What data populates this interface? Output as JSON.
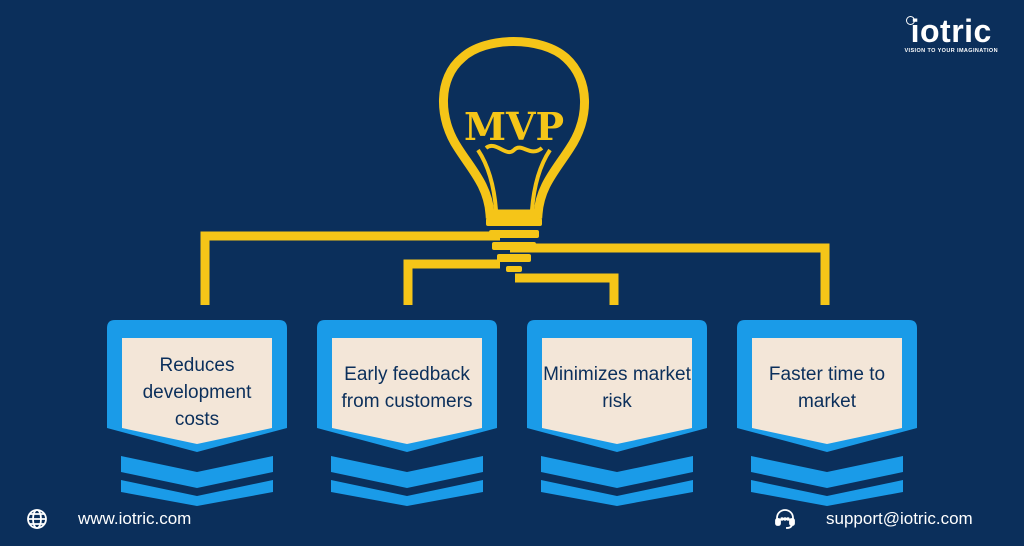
{
  "brand": {
    "name": "iotric",
    "tagline": "VISION TO YOUR IMAGINATION"
  },
  "bulb": {
    "label": "MVP"
  },
  "benefits": [
    {
      "label": "Reduces development costs"
    },
    {
      "label": "Early feedback from customers"
    },
    {
      "label": "Minimizes market risk"
    },
    {
      "label": "Faster time to market"
    }
  ],
  "footer": {
    "website": "www.iotric.com",
    "website_icon": "globe-icon",
    "email": "support@iotric.com",
    "email_icon": "headset-icon"
  },
  "colors": {
    "background": "#0b2f5b",
    "accent_yellow": "#f5c518",
    "card_blue": "#1a9be8",
    "card_cream": "#f3e6d8"
  }
}
